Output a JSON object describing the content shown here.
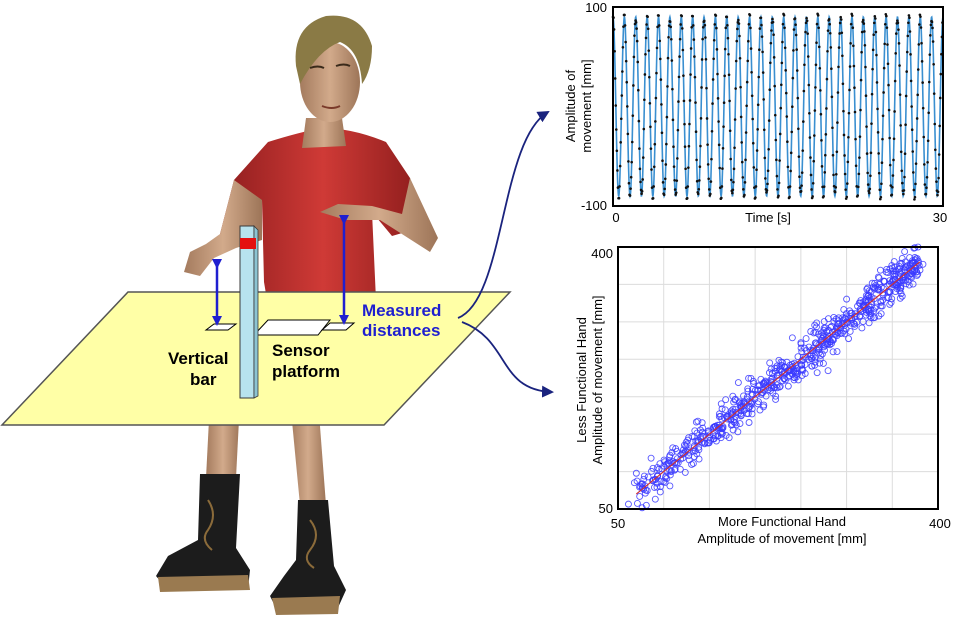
{
  "labels": {
    "measured_line1": "Measured",
    "measured_line2": "distances",
    "vertical_line1": "Vertical",
    "vertical_line2": "bar",
    "sensor_line1": "Sensor",
    "sensor_line2": "platform"
  },
  "colors": {
    "table": "#ffffa6",
    "shirt": "#c8302f",
    "bar": "#b7e3ee",
    "marker": "#e41010",
    "arrows": "#1f1fd0",
    "timeseries_line": "#3a8fd0",
    "scatter_points": "#3a3aff",
    "fit_line": "#d03030"
  },
  "chart_data": [
    {
      "type": "line",
      "ylabel_line1": "Amplitude of",
      "ylabel_line2": "movement [mm]",
      "xlabel": "Time [s]",
      "xlim": [
        0,
        30
      ],
      "ylim": [
        -100,
        100
      ],
      "x_ticks": [
        "0",
        "30"
      ],
      "y_ticks": [
        "100",
        "-100"
      ],
      "cycles": 29,
      "amplitude": 90,
      "grid": false
    },
    {
      "type": "scatter",
      "ylabel_line1": "Less Functional Hand",
      "ylabel_line2": "Amplitude of movement [mm]",
      "xlabel_line1": "More Functional Hand",
      "xlabel_line2": "Amplitude of movement [mm]",
      "xlim": [
        50,
        400
      ],
      "ylim": [
        50,
        400
      ],
      "x_ticks": [
        "50",
        "400"
      ],
      "y_ticks": [
        "400",
        "50"
      ],
      "point_range": [
        70,
        380
      ],
      "n_points": 700,
      "fit_slope": 1.0,
      "fit_intercept": 0,
      "grid": true
    }
  ]
}
